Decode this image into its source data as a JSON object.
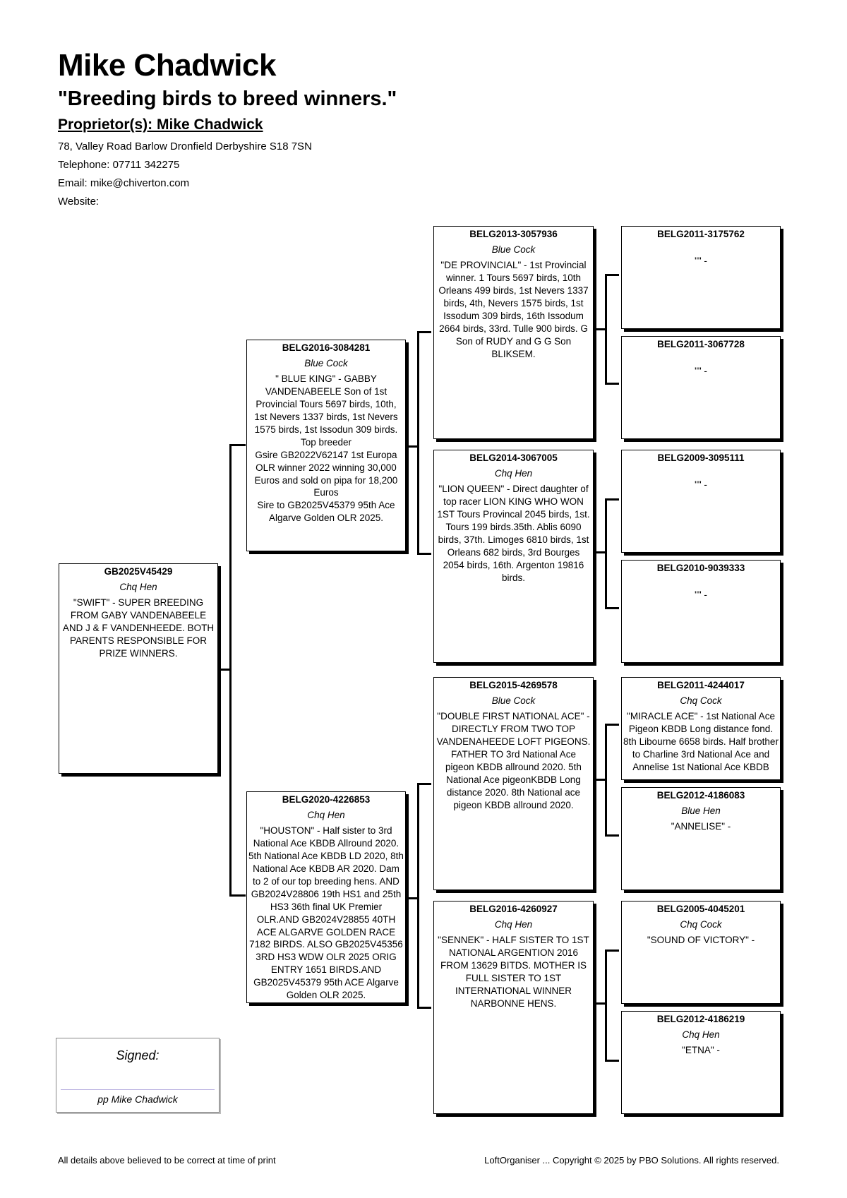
{
  "header": {
    "name": "Mike Chadwick",
    "motto": "\"Breeding birds to breed winners.\"",
    "proprietor": "Proprietor(s): Mike Chadwick",
    "address": "78, Valley Road Barlow Dronfield Derbyshire  S18 7SN",
    "telephone": "Telephone: 07711 342275",
    "email": "Email: mike@chiverton.com",
    "website": "Website:"
  },
  "subject": {
    "ring": "GB2025V45429",
    "colour": "Chq Hen",
    "description": "\"SWIFT\" - SUPER BREEDING FROM GABY VANDENABEELE AND J & F VANDENHEEDE.   BOTH PARENTS RESPONSIBLE FOR PRIZE WINNERS."
  },
  "sire": {
    "ring": "BELG2016-3084281",
    "colour": "Blue Cock",
    "description": "\" BLUE KING\" - GABBY VANDENABEELE Son of 1st Provincial Tours 5697 birds, 10th, 1st Nevers 1337 birds, 1st Nevers 1575 birds, 1st Issodun 309 birds. Top breeder\nGsire GB2022V62147 1st Europa OLR winner 2022 winning 30,000 Euros and sold on pipa for 18,200 Euros\nSire to GB2025V45379 95th Ace Algarve Golden OLR 2025."
  },
  "dam": {
    "ring": "BELG2020-4226853",
    "colour": "Chq Hen",
    "description": "\"HOUSTON\" - Half sister to 3rd National Ace KBDB Allround 2020. 5th National Ace KBDB LD 2020, 8th National Ace KBDB AR 2020. Dam to 2 of our top breeding hens. AND GB2024V28806 19th HS1 and 25th HS3 36th final UK Premier OLR.AND GB2024V28855 40TH ACE ALGARVE GOLDEN RACE 7182 BIRDS. ALSO GB2025V45356 3RD HS3 WDW OLR 2025 ORIG ENTRY 1651 BIRDS.AND GB2025V45379 95th ACE Algarve Golden OLR 2025."
  },
  "gp_ss": {
    "ring": "BELG2013-3057936",
    "colour": "Blue Cock",
    "description": "\"DE PROVINCIAL\" - 1st Provincial winner.   1 Tours 5697 birds, 10th Orleans 499 birds, 1st Nevers 1337 birds, 4th, Nevers 1575 birds, 1st Issodum 309 birds, 16th Issodum 2664 birds, 33rd. Tulle 900 birds.  G Son of RUDY and G G Son BLIKSEM."
  },
  "gp_sd": {
    "ring": "BELG2014-3067005",
    "colour": "Chq Hen",
    "description": "\"LION QUEEN\" - Direct daughter of top racer LION KING WHO WON 1ST Tours Provincal 2045 birds, 1st. Tours 199 birds.35th. Ablis 6090 birds, 37th. Limoges 6810 birds, 1st Orleans 682 birds, 3rd Bourges 2054 birds, 16th. Argenton 19816 birds."
  },
  "gp_ds": {
    "ring": "BELG2015-4269578",
    "colour": "Blue Cock",
    "description": "\"DOUBLE FIRST NATIONAL ACE\" - DIRECTLY FROM TWO TOP VANDENAHEEDE LOFT PIGEONS. FATHER TO 3rd National Ace pigeon KBDB allround 2020. 5th National Ace pigeonKBDB Long distance 2020. 8th National ace pigeon KBDB allround 2020."
  },
  "gp_dd": {
    "ring": "BELG2016-4260927",
    "colour": "Chq Hen",
    "description": "\"SENNEK\" - HALF SISTER TO 1ST NATIONAL ARGENTION 2016 FROM 13629 BITDS.   MOTHER IS FULL SISTER TO 1ST INTERNATIONAL WINNER NARBONNE HENS."
  },
  "ggp": [
    {
      "ring": "BELG2011-3175762",
      "colour": "",
      "description": "\"\" -"
    },
    {
      "ring": "BELG2011-3067728",
      "colour": "",
      "description": "\"\" -"
    },
    {
      "ring": "BELG2009-3095111",
      "colour": "",
      "description": "\"\" -"
    },
    {
      "ring": "BELG2010-9039333",
      "colour": "",
      "description": "\"\" -"
    },
    {
      "ring": "BELG2011-4244017",
      "colour": "Chq Cock",
      "description": "\"MIRACLE ACE\" - 1st National Ace Pigeon KBDB Long distance fond. 8th Libourne 6658 birds.   Half brother to Charline 3rd National Ace and Annelise 1st National Ace KBDB"
    },
    {
      "ring": "BELG2012-4186083",
      "colour": "Blue Hen",
      "description": "\"ANNELISE\" -"
    },
    {
      "ring": "BELG2005-4045201",
      "colour": "Chq Cock",
      "description": "\"SOUND OF VICTORY\" -"
    },
    {
      "ring": "BELG2012-4186219",
      "colour": "Chq Hen",
      "description": "\"ETNA\" -"
    }
  ],
  "signature": {
    "label": "Signed:",
    "name": "pp Mike Chadwick"
  },
  "footer": {
    "left": "All details above believed to be correct at time of print",
    "right": "LoftOrganiser ... Copyright © 2025 by PBO Solutions. All rights reserved."
  }
}
